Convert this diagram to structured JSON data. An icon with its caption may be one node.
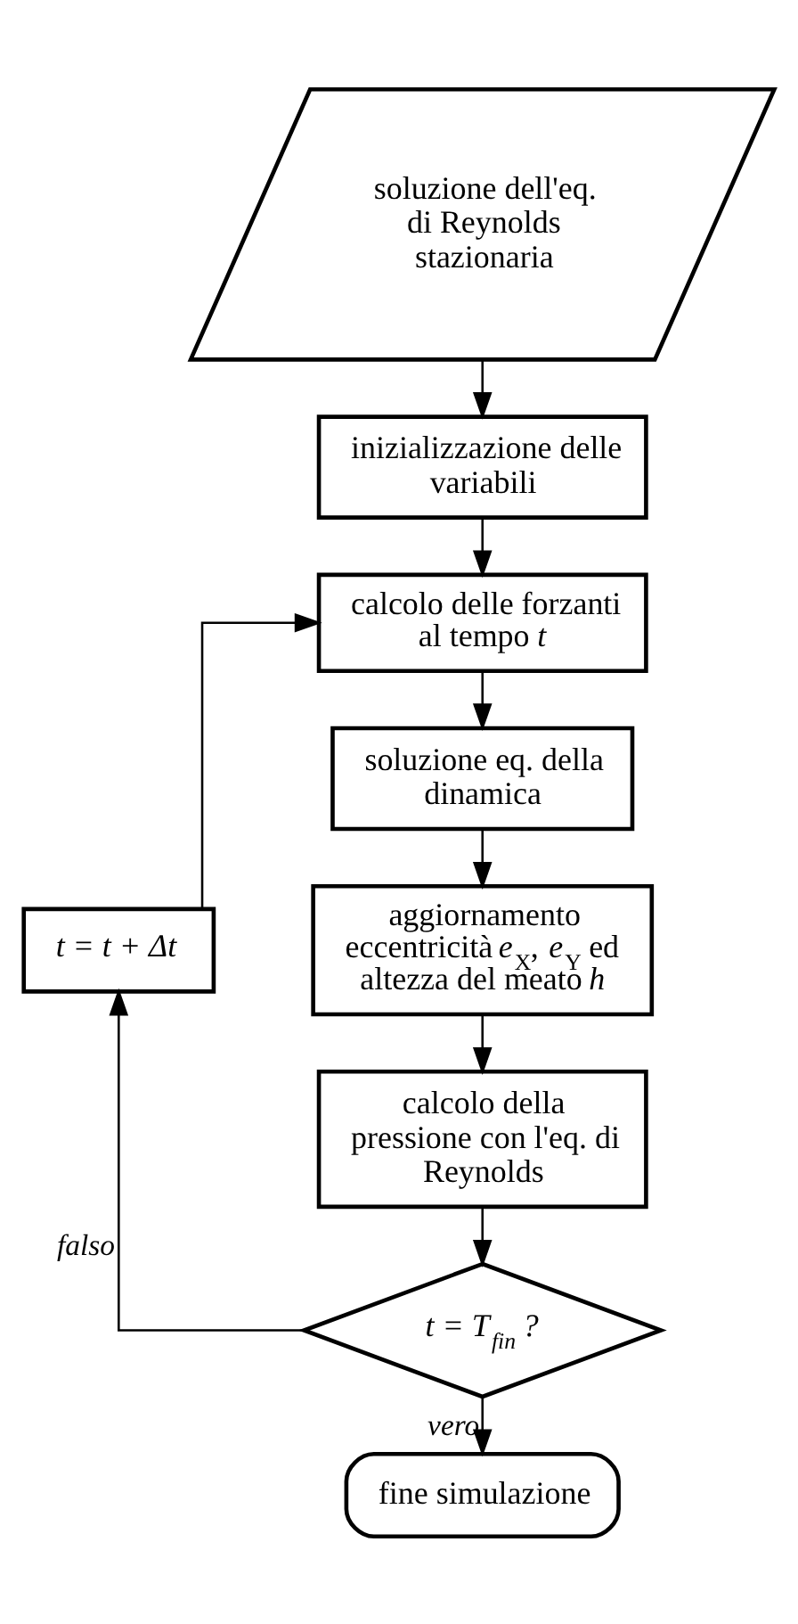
{
  "diagram": {
    "nodes": [
      {
        "text": [
          "soluzione dell'eq. di Reynolds stazionaria"
        ]
      },
      {
        "text": [
          "inizializzazione delle variabili"
        ]
      },
      {
        "text": [
          "calcolo delle forzanti al tempo *t*"
        ]
      },
      {
        "text": [
          "soluzione eq. della dinamica"
        ]
      },
      {
        "text": [
          "aggiornamento eccentricità *e*$_{X}$, *e*$_{Y}$ ed altezza del meato *h*"
        ]
      },
      {
        "text": [
          "calcolo della pressione con l'eq. di Reynolds"
        ]
      },
      {
        "text": [
          "t = T$_{fin}$ ?"
        ]
      },
      {
        "text": [
          "t = t + Δt"
        ]
      },
      {
        "text": [
          "fine simulazione"
        ]
      }
    ],
    "edges": [
      {
        "from": 0,
        "to": 1,
        "arrow": "to"
      },
      {
        "from": 1,
        "to": 2,
        "arrow": "to"
      },
      {
        "from": 2,
        "to": 3,
        "arrow": "to"
      },
      {
        "from": 3,
        "to": 4,
        "arrow": "to"
      },
      {
        "from": 4,
        "to": 5,
        "arrow": "to"
      },
      {
        "from": 5,
        "to": 6,
        "arrow": "to"
      },
      {
        "from": 6,
        "to": 7,
        "arrow": "to",
        "label": "falso"
      },
      {
        "from": 7,
        "to": 2,
        "arrow": "to"
      },
      {
        "from": 6,
        "to": 8,
        "arrow": "to",
        "label": "vero"
      }
    ]
  }
}
